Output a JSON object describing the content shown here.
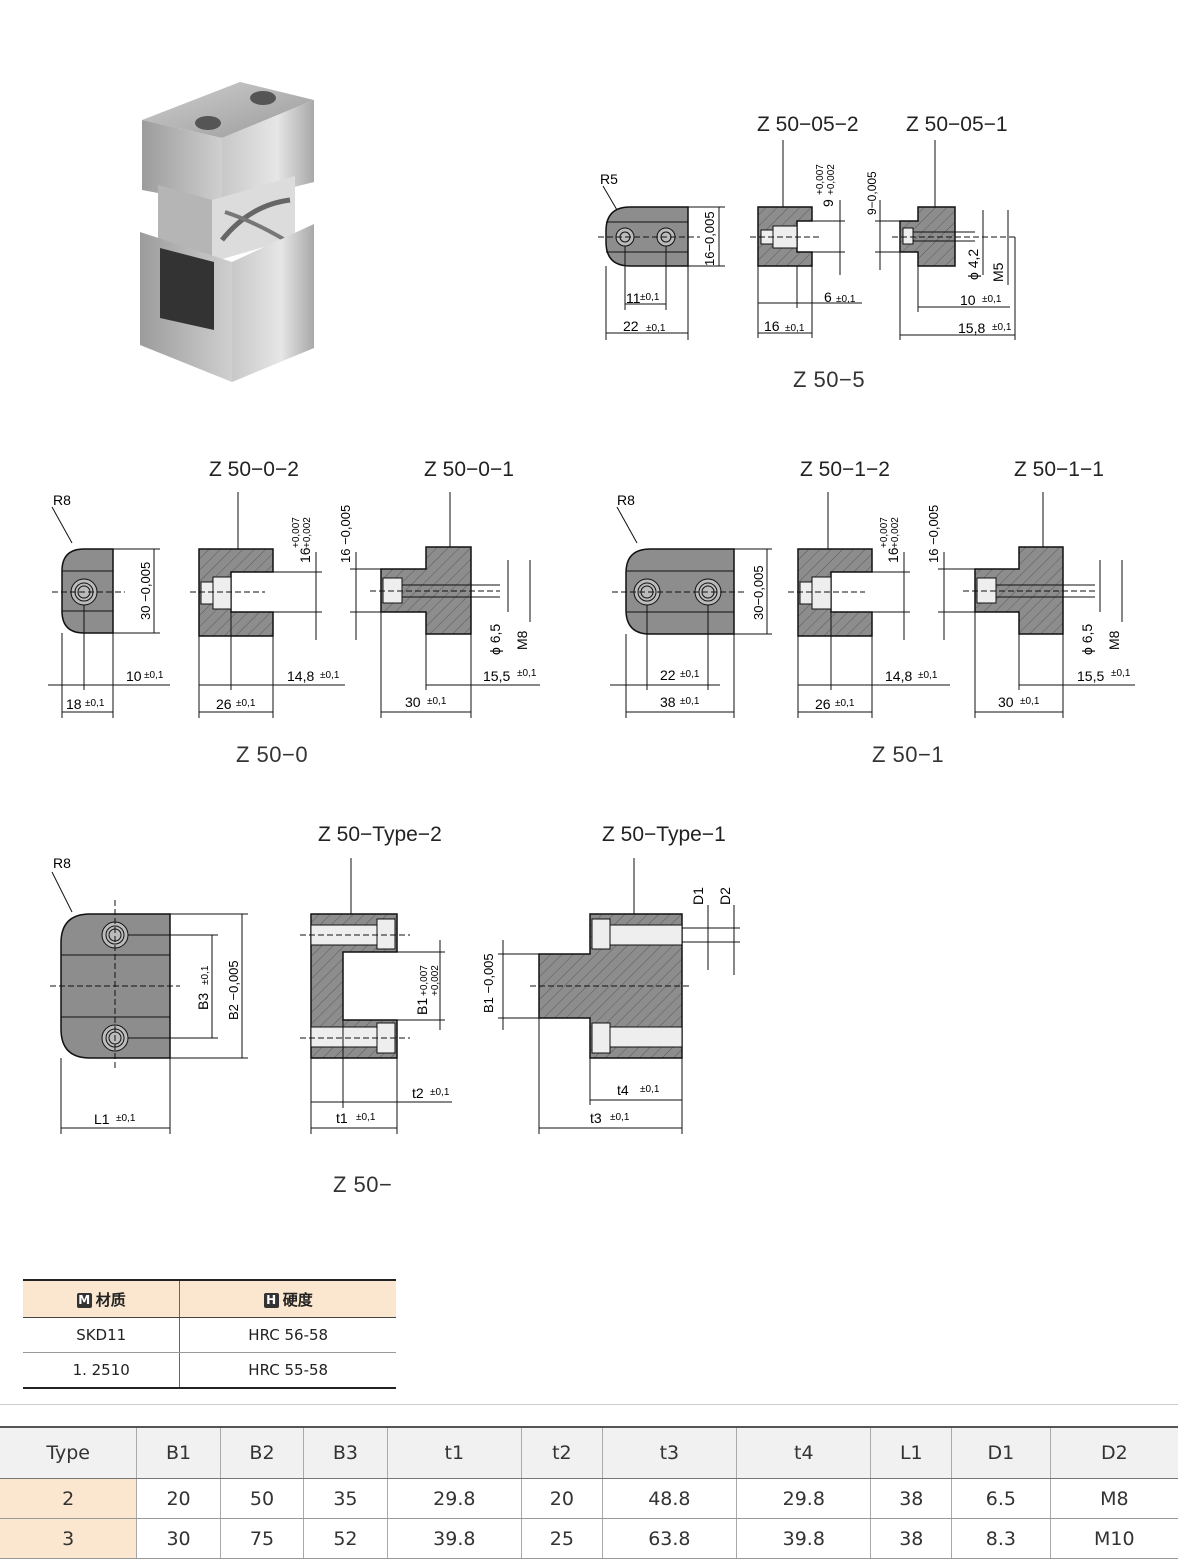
{
  "captions": {
    "z50_5": "Z 50−5",
    "z50_0": "Z 50−0",
    "z50_1": "Z 50−1",
    "z50_type": "Z 50−"
  },
  "labels": {
    "z50_05_2": "Z 50−05−2",
    "z50_05_1": "Z 50−05−1",
    "z50_0_2": "Z 50−0−2",
    "z50_0_1": "Z 50−0−1",
    "z50_1_2": "Z 50−1−2",
    "z50_1_1": "Z 50−1−1",
    "z50_type_2": "Z 50−Type−2",
    "z50_type_1": "Z 50−Type−1"
  },
  "dims": {
    "r5": "R5",
    "r8": "R8",
    "d11": "11",
    "tol01": "±0,1",
    "d22": "22",
    "d16": "16",
    "d6": "6",
    "d10": "10",
    "d15_8": "15,8",
    "d16_005": "16−0,005",
    "d9": "9",
    "tol_007": "+0,007",
    "tol_002": "+0,002",
    "d9_005": "9−0,005",
    "phi4_2": "ϕ 4,2",
    "m5": "M5",
    "d30_005": "30 −0,005",
    "d16_v": "16",
    "d16_005b": "16 −0,005",
    "phi6_5": "ϕ 6,5",
    "m8": "M8",
    "d18": "18",
    "d10b": "10",
    "d26": "26",
    "d14_8": "14,8",
    "d30": "30",
    "d15_5": "15,5",
    "d22b": "22",
    "d38": "38",
    "d30_005b": "30−0,005",
    "b3": "B3",
    "b2": "B2 −0,005",
    "b1a": "B1",
    "b1b": "B1 −0,005",
    "l1": "L1",
    "t1": "t1",
    "t2": "t2",
    "t3": "t3",
    "t4": "t4",
    "d1": "D1",
    "d2": "D2"
  },
  "materials": {
    "headers": {
      "material_badge": "M",
      "material": "材质",
      "hardness_badge": "H",
      "hardness": "硬度"
    },
    "rows": [
      {
        "material": "SKD11",
        "hardness": "HRC 56-58"
      },
      {
        "material": "1. 2510",
        "hardness": "HRC 55-58"
      }
    ]
  },
  "spec_table": {
    "headers": [
      "Type",
      "B1",
      "B2",
      "B3",
      "t1",
      "t2",
      "t3",
      "t4",
      "L1",
      "D1",
      "D2"
    ],
    "rows": [
      [
        "2",
        "20",
        "50",
        "35",
        "29.8",
        "20",
        "48.8",
        "29.8",
        "38",
        "6.5",
        "M8"
      ],
      [
        "3",
        "30",
        "75",
        "52",
        "39.8",
        "25",
        "63.8",
        "39.8",
        "38",
        "8.3",
        "M10"
      ]
    ]
  },
  "colors": {
    "accent": "#fbe7cf",
    "part_fill": "#8d8d8d",
    "line": "#111111"
  }
}
